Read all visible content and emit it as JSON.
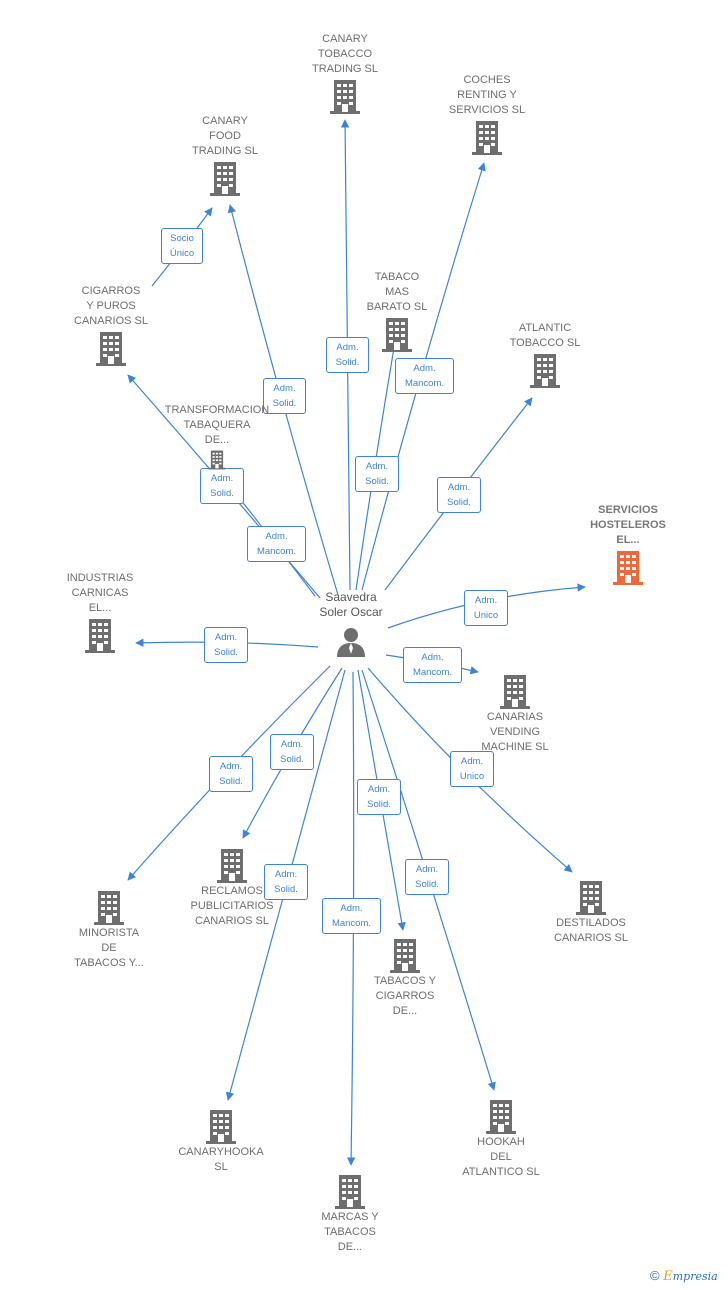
{
  "center": {
    "name": "Saavedra\nSoler Oscar"
  },
  "nodes": [
    {
      "id": "canary-tobacco",
      "label": "CANARY\nTOBACCO\nTRADING  SL",
      "highlight": false
    },
    {
      "id": "coches-renting",
      "label": "COCHES\nRENTING Y\nSERVICIOS SL",
      "highlight": false
    },
    {
      "id": "canary-food",
      "label": "CANARY\nFOOD\nTRADING  SL",
      "highlight": false
    },
    {
      "id": "cigarros-puros",
      "label": "CIGARROS\nY PUROS\nCANARIOS  SL",
      "highlight": false
    },
    {
      "id": "tabaco-mas-barato",
      "label": "TABACO\nMAS\nBARATO  SL",
      "highlight": false
    },
    {
      "id": "atlantic-tobacco",
      "label": "ATLANTIC\nTOBACCO  SL",
      "highlight": false
    },
    {
      "id": "transformacion",
      "label": "TRANSFORMACION\nTABAQUERA\nDE...",
      "highlight": false
    },
    {
      "id": "servicios-hosteleros",
      "label": "SERVICIOS\nHOSTELEROS\nEL...",
      "highlight": true
    },
    {
      "id": "industrias-carnicas",
      "label": "INDUSTRIAS\nCARNICAS\nEL...",
      "highlight": false
    },
    {
      "id": "canarias-vending",
      "label": "CANARIAS\nVENDING\nMACHINE  SL",
      "highlight": false
    },
    {
      "id": "reclamos",
      "label": "RECLAMOS\nPUBLICITARIOS\nCANARIOS  SL",
      "highlight": false
    },
    {
      "id": "minorista",
      "label": "MINORISTA\nDE\nTABACOS Y...",
      "highlight": false
    },
    {
      "id": "destilados",
      "label": "DESTILADOS\nCANARIOS  SL",
      "highlight": false
    },
    {
      "id": "tabacos-cigarros",
      "label": "TABACOS Y\nCIGARROS\nDE...",
      "highlight": false
    },
    {
      "id": "canaryhooka",
      "label": "CANARYHOOKA\nSL",
      "highlight": false
    },
    {
      "id": "hookah",
      "label": "HOOKAH\nDEL\nATLANTICO  SL",
      "highlight": false
    },
    {
      "id": "marcas",
      "label": "MARCAS Y\nTABACOS\nDE...",
      "highlight": false
    }
  ],
  "relations": [
    {
      "id": "r-canary-tobacco",
      "label": "Adm.\nSolid."
    },
    {
      "id": "r-coches",
      "label": "Adm.\nSolid."
    },
    {
      "id": "r-canary-food",
      "label": "Adm.\nSolid."
    },
    {
      "id": "r-socio",
      "label": "Socio\nÚnico"
    },
    {
      "id": "r-tabaco-mas",
      "label": "Adm.\nMancom."
    },
    {
      "id": "r-atlantic",
      "label": "Adm.\nSolid."
    },
    {
      "id": "r-cigarros",
      "label": "Adm.\nSolid."
    },
    {
      "id": "r-transformacion",
      "label": "Adm.\nMancom."
    },
    {
      "id": "r-servicios",
      "label": "Adm.\nUnico"
    },
    {
      "id": "r-industrias",
      "label": "Adm.\nSolid."
    },
    {
      "id": "r-vending",
      "label": "Adm.\nMancom."
    },
    {
      "id": "r-reclamos",
      "label": "Adm.\nSolid."
    },
    {
      "id": "r-minorista",
      "label": "Adm.\nSolid."
    },
    {
      "id": "r-destilados",
      "label": "Adm.\nUnico"
    },
    {
      "id": "r-tabacos-cigarros",
      "label": "Adm.\nSolid."
    },
    {
      "id": "r-canaryhooka",
      "label": "Adm.\nSolid."
    },
    {
      "id": "r-hookah",
      "label": "Adm.\nSolid."
    },
    {
      "id": "r-marcas",
      "label": "Adm.\nMancom."
    }
  ],
  "footer": {
    "copyright": "©",
    "brand_initial": "E",
    "brand_rest": "mpresia"
  },
  "colors": {
    "edge": "#3d84d6",
    "node": "#6e6e6e",
    "highlight": "#f0683a"
  }
}
